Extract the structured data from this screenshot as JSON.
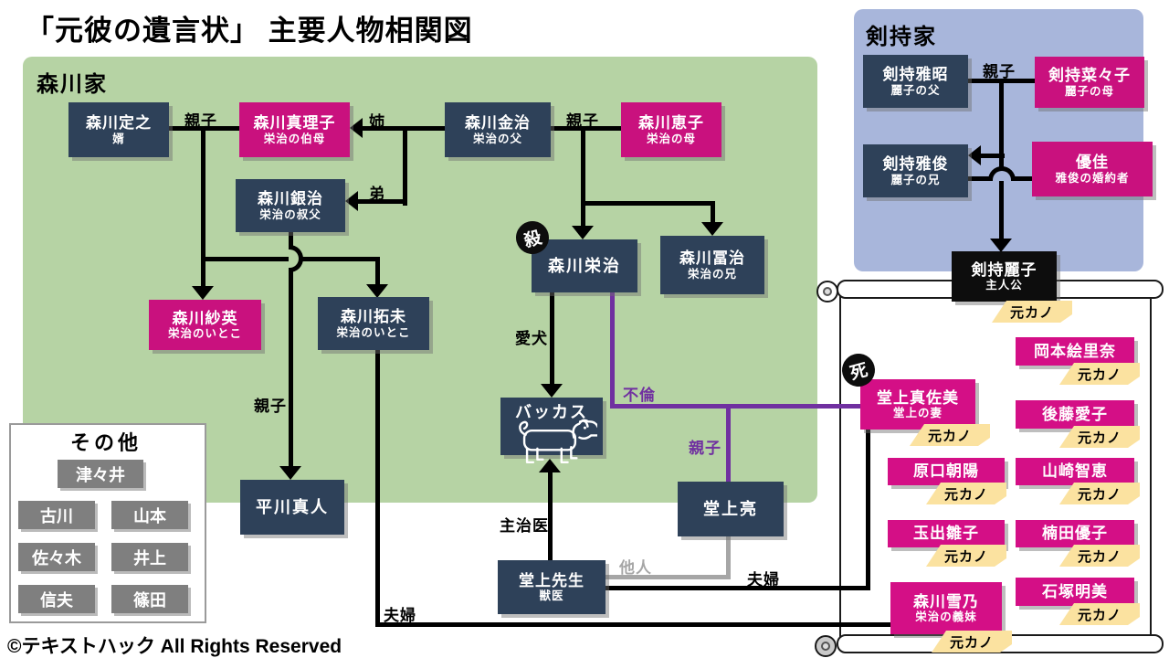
{
  "title": "「元彼の遺言状」 主要人物相関図",
  "copyright": "©テキストハック All Rights Reserved",
  "panels": {
    "morikawa": {
      "label": "森川家"
    },
    "kenmochi": {
      "label": "剣持家"
    }
  },
  "others": {
    "title": "その他",
    "members": [
      "津々井",
      "古川",
      "山本",
      "佐々木",
      "井上",
      "信夫",
      "篠田"
    ]
  },
  "people": {
    "sadayuki": {
      "name": "森川定之",
      "sub": "婿"
    },
    "mariko": {
      "name": "森川真理子",
      "sub": "栄治の伯母"
    },
    "kinji": {
      "name": "森川金治",
      "sub": "栄治の父"
    },
    "keiko": {
      "name": "森川恵子",
      "sub": "栄治の母"
    },
    "ginji": {
      "name": "森川銀治",
      "sub": "栄治の叔父"
    },
    "eiji": {
      "name": "森川栄治"
    },
    "tomiji": {
      "name": "森川冨治",
      "sub": "栄治の兄"
    },
    "sae": {
      "name": "森川紗英",
      "sub": "栄治のいとこ"
    },
    "takumi": {
      "name": "森川拓未",
      "sub": "栄治のいとこ"
    },
    "bacchus": {
      "name": "バッカス"
    },
    "hirakawa": {
      "name": "平川真人"
    },
    "dogami_ryo": {
      "name": "堂上亮"
    },
    "dogami_sensei": {
      "name": "堂上先生",
      "sub": "獣医"
    },
    "masaaki": {
      "name": "剣持雅昭",
      "sub": "麗子の父"
    },
    "nanako": {
      "name": "剣持菜々子",
      "sub": "麗子の母"
    },
    "masatoshi": {
      "name": "剣持雅俊",
      "sub": "麗子の兄"
    },
    "yuka": {
      "name": "優佳",
      "sub": "雅俊の婚約者"
    },
    "reiko": {
      "name": "剣持麗子",
      "sub": "主人公"
    },
    "masami": {
      "name": "堂上真佐美",
      "sub": "堂上の妻"
    },
    "okamoto": {
      "name": "岡本絵里奈"
    },
    "goto": {
      "name": "後藤愛子"
    },
    "haraguchi": {
      "name": "原口朝陽"
    },
    "yamazaki": {
      "name": "山崎智恵"
    },
    "tamade": {
      "name": "玉出雛子"
    },
    "kusuda": {
      "name": "楠田優子"
    },
    "yukino": {
      "name": "森川雪乃",
      "sub": "栄治の義妹"
    },
    "ishizuka": {
      "name": "石塚明美"
    }
  },
  "labels": {
    "oyako": "親子",
    "ane": "姉",
    "ototo": "弟",
    "aiken": "愛犬",
    "furin": "不倫",
    "shujii": "主治医",
    "tanin": "他人",
    "fufu": "夫婦"
  },
  "badges": {
    "kill": "殺",
    "death": "死"
  },
  "tags": {
    "ex": "元カノ"
  },
  "colors": {
    "navy": "#2e4159",
    "pink": "#c9117e",
    "green_panel": "#b6d3a4",
    "blue_panel": "#a8b6db",
    "tag_cream": "#fbe2a0",
    "purple_line": "#7030a0",
    "gray_line": "#a6a6a6",
    "gray_box": "#7f7f7f",
    "black": "#0d0d0d"
  }
}
